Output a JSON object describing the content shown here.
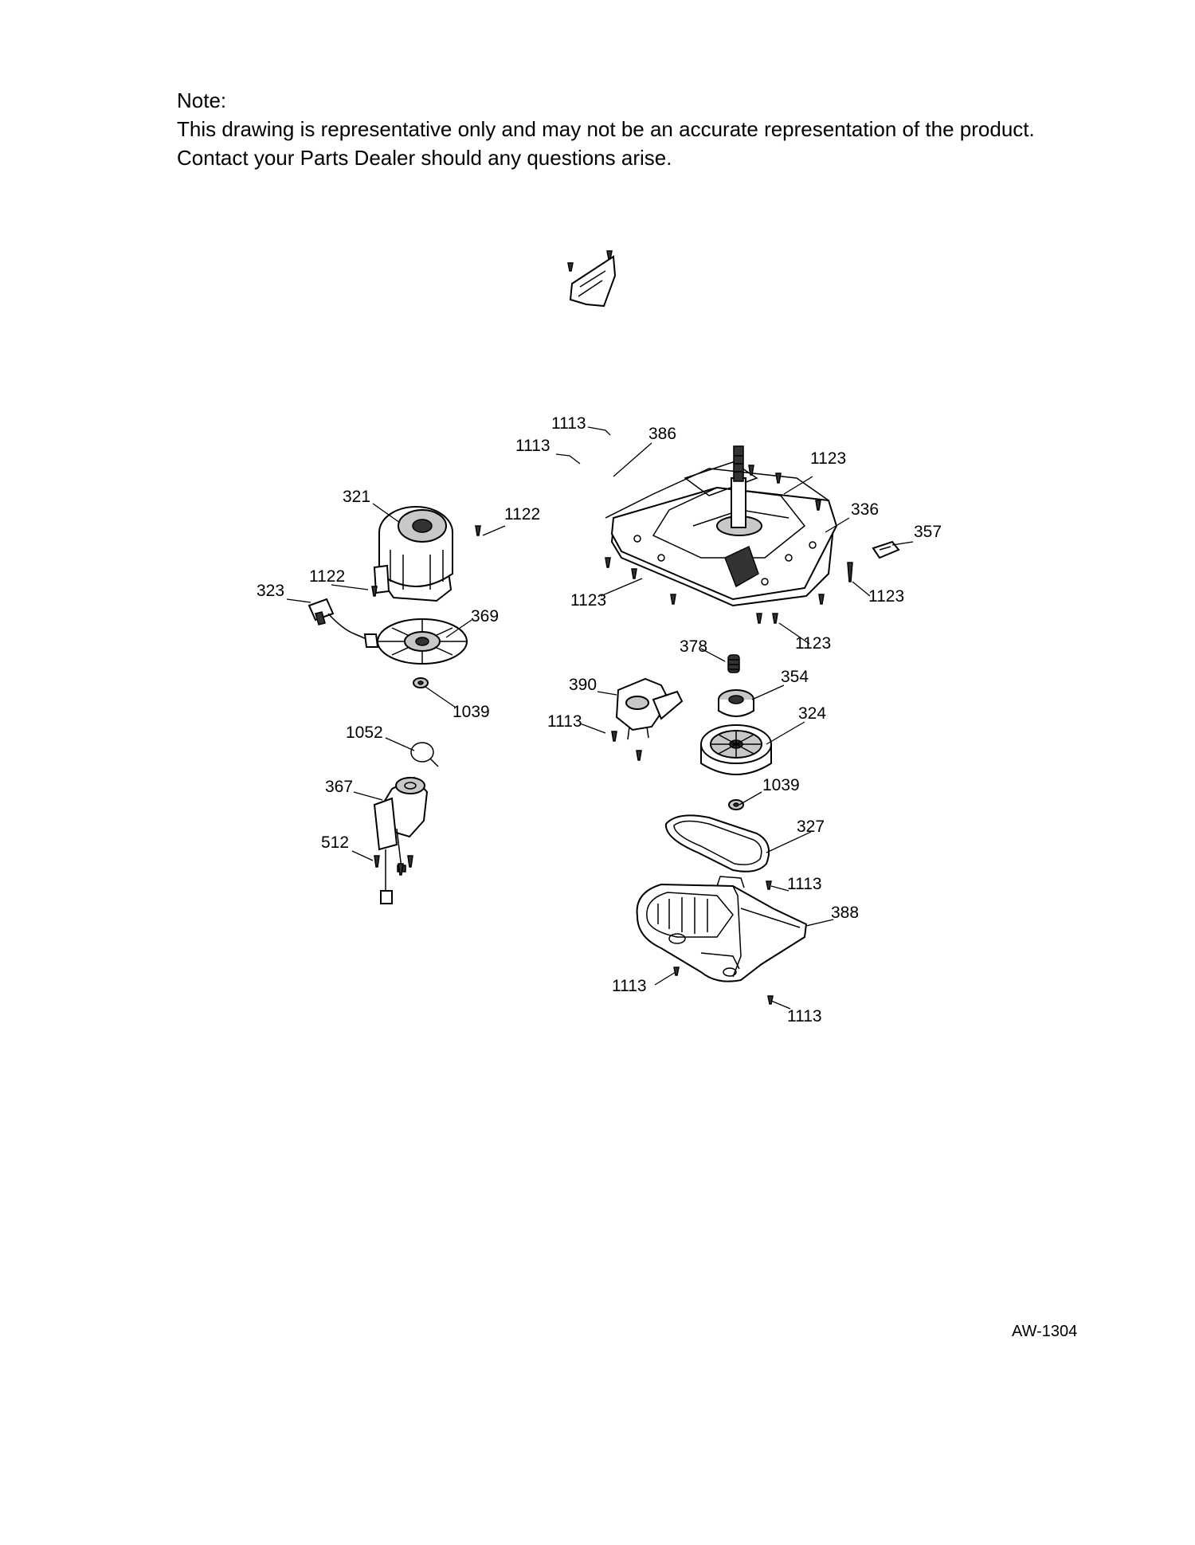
{
  "note": {
    "heading": "Note:",
    "line1": "This drawing is representative only and may not be an accurate representation of the product.",
    "line2": "Contact your Parts Dealer should any questions arise."
  },
  "diagram_code": "AW-1304",
  "parts": [
    {
      "key": "p1113a",
      "number": "1113"
    },
    {
      "key": "p1113b",
      "number": "1113"
    },
    {
      "key": "p386",
      "number": "386"
    },
    {
      "key": "p1123a",
      "number": "1123"
    },
    {
      "key": "p321",
      "number": "321"
    },
    {
      "key": "p1122a",
      "number": "1122"
    },
    {
      "key": "p336",
      "number": "336"
    },
    {
      "key": "p357",
      "number": "357"
    },
    {
      "key": "p1122b",
      "number": "1122"
    },
    {
      "key": "p323",
      "number": "323"
    },
    {
      "key": "p1123b",
      "number": "1123"
    },
    {
      "key": "p1123c",
      "number": "1123"
    },
    {
      "key": "p369",
      "number": "369"
    },
    {
      "key": "p1123d",
      "number": "1123"
    },
    {
      "key": "p378",
      "number": "378"
    },
    {
      "key": "p354",
      "number": "354"
    },
    {
      "key": "p390",
      "number": "390"
    },
    {
      "key": "p1039a",
      "number": "1039"
    },
    {
      "key": "p1113c",
      "number": "1113"
    },
    {
      "key": "p324",
      "number": "324"
    },
    {
      "key": "p1052",
      "number": "1052"
    },
    {
      "key": "p367",
      "number": "367"
    },
    {
      "key": "p1039b",
      "number": "1039"
    },
    {
      "key": "p327",
      "number": "327"
    },
    {
      "key": "p512",
      "number": "512"
    },
    {
      "key": "p1113d",
      "number": "1113"
    },
    {
      "key": "p388",
      "number": "388"
    },
    {
      "key": "p1113e",
      "number": "1113"
    },
    {
      "key": "p1113f",
      "number": "1113"
    }
  ]
}
